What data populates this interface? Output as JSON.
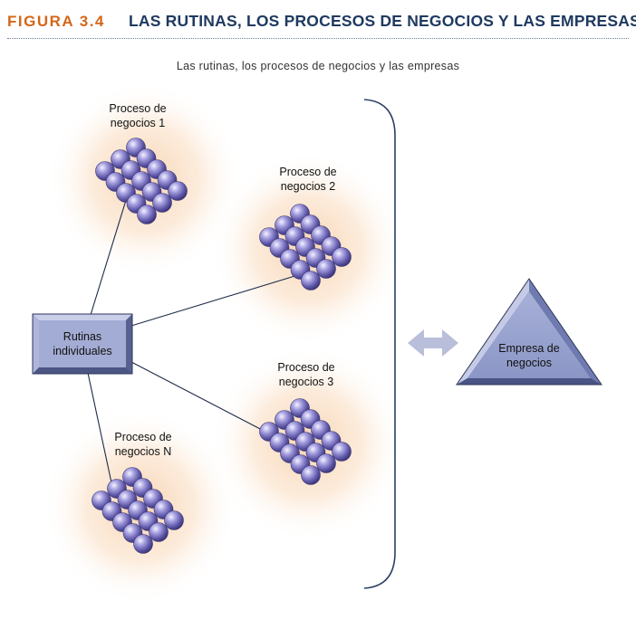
{
  "header": {
    "figure_number": "FIGURA 3.4",
    "title": "LAS RUTINAS, LOS PROCESOS DE NEGOCIOS Y LAS EMPRESAS"
  },
  "subtitle": "Las rutinas, los procesos de negocios y las empresas",
  "nodes": {
    "rutinas": "Rutinas individuales",
    "proceso1": "Proceso de negocios 1",
    "proceso2": "Proceso de negocios 2",
    "proceso3": "Proceso de negocios 3",
    "procesoN": "Proceso de negocios N",
    "empresa": "Empresa de negocios"
  },
  "colors": {
    "title_accent": "#d4661a",
    "title_navy": "#1f3a60",
    "glow": "#f5c9a2",
    "bead_purple": "#7a72c0",
    "box_blue": "#8f9ac4",
    "triangle_blue": "#8a96c4",
    "arrow": "#b8bcd9"
  }
}
